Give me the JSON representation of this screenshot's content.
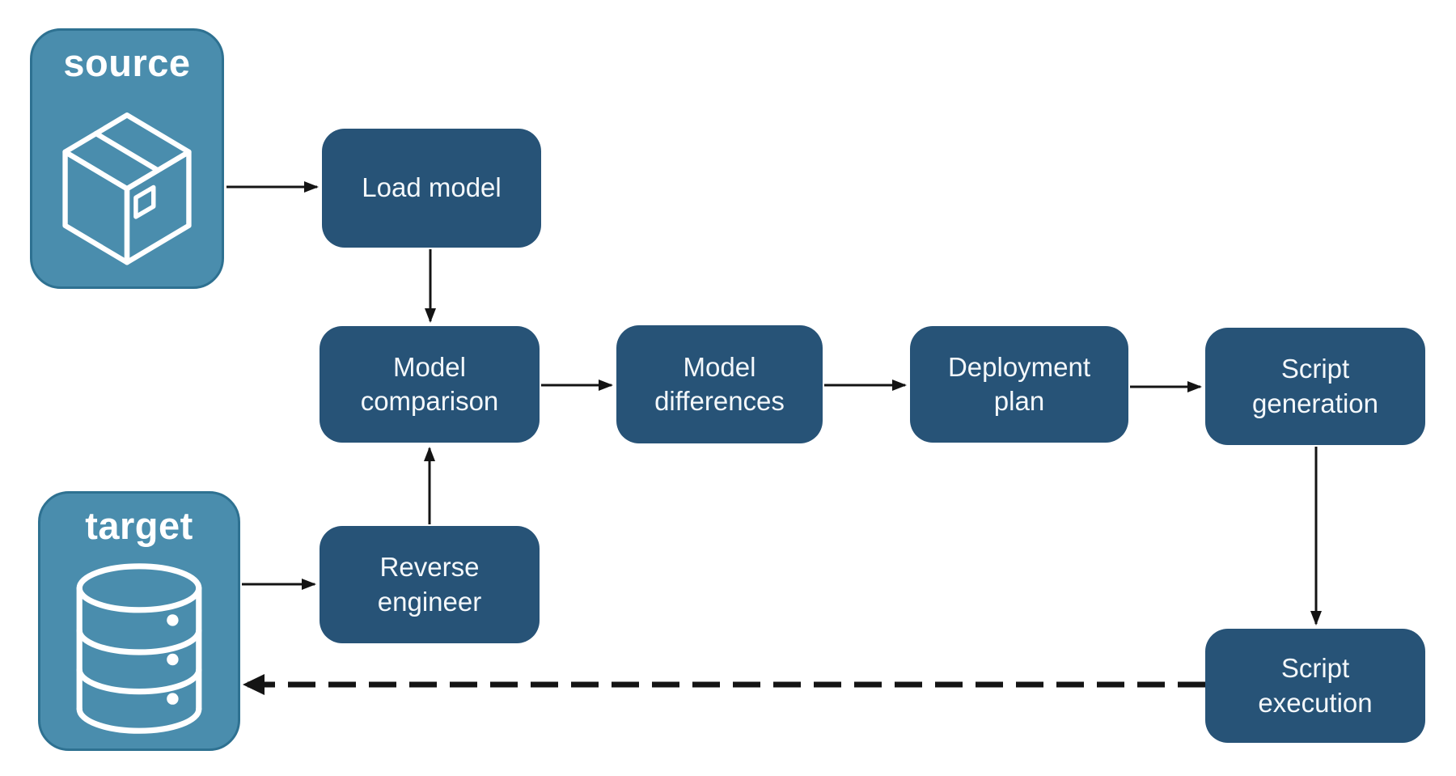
{
  "colors": {
    "background": "#FFFFFF",
    "node_fill": "#275377",
    "node_text": "#F4F8FB",
    "container_fill": "#4A8DAD",
    "container_border": "#2E7191",
    "arrow": "#141414"
  },
  "containers": {
    "source": {
      "label": "source",
      "icon": "package-icon"
    },
    "target": {
      "label": "target",
      "icon": "database-icon"
    }
  },
  "nodes": {
    "load_model": {
      "lines": [
        "Load model"
      ]
    },
    "model_comparison": {
      "lines": [
        "Model",
        "comparison"
      ]
    },
    "model_differences": {
      "lines": [
        "Model",
        "differences"
      ]
    },
    "deployment_plan": {
      "lines": [
        "Deployment",
        "plan"
      ]
    },
    "script_generation": {
      "lines": [
        "Script",
        "generation"
      ]
    },
    "reverse_engineer": {
      "lines": [
        "Reverse",
        "engineer"
      ]
    },
    "script_execution": {
      "lines": [
        "Script",
        "execution"
      ]
    }
  },
  "edges": [
    {
      "from": "source",
      "to": "load_model",
      "style": "solid"
    },
    {
      "from": "load_model",
      "to": "model_comparison",
      "style": "solid"
    },
    {
      "from": "model_comparison",
      "to": "model_differences",
      "style": "solid"
    },
    {
      "from": "model_differences",
      "to": "deployment_plan",
      "style": "solid"
    },
    {
      "from": "deployment_plan",
      "to": "script_generation",
      "style": "solid"
    },
    {
      "from": "script_generation",
      "to": "script_execution",
      "style": "solid"
    },
    {
      "from": "target",
      "to": "reverse_engineer",
      "style": "solid"
    },
    {
      "from": "reverse_engineer",
      "to": "model_comparison",
      "style": "solid"
    },
    {
      "from": "script_execution",
      "to": "target",
      "style": "dashed"
    }
  ]
}
